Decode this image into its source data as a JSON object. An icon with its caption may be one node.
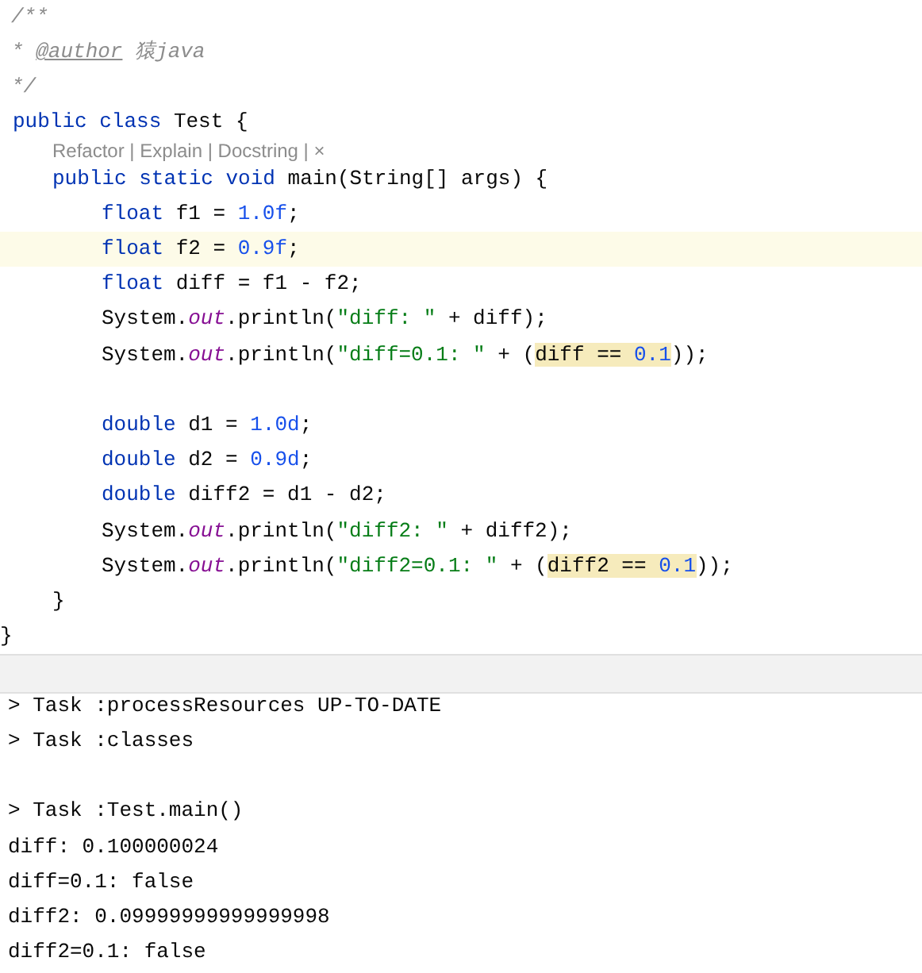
{
  "diagram": {
    "labels": [
      "/**",
      "* @author 猿java",
      "*/",
      "public class Test {",
      "Refactor | Explain | Docstring | ×",
      "public static void main(String[] args) {",
      "float f1 = 1.0f;",
      "float f2 = 0.9f;",
      "float diff = f1 - f2;",
      "System.out.println(\"diff: \" + diff);",
      "System.out.println(\"diff=0.1: \" + (diff == 0.1));",
      "double d1 = 1.0d;",
      "double d2 = 0.9d;",
      "double diff2 = d1 - d2;",
      "System.out.println(\"diff2: \" + diff2);",
      "System.out.println(\"diff2=0.1: \" + (diff2 == 0.1));",
      "}",
      "}",
      "> Task :processResources UP-TO-DATE",
      "> Task :classes",
      "> Task :Test.main()",
      "diff: 0.100000024",
      "diff=0.1: false",
      "diff2: 0.09999999999999998",
      "diff2=0.1: false"
    ]
  }
}
